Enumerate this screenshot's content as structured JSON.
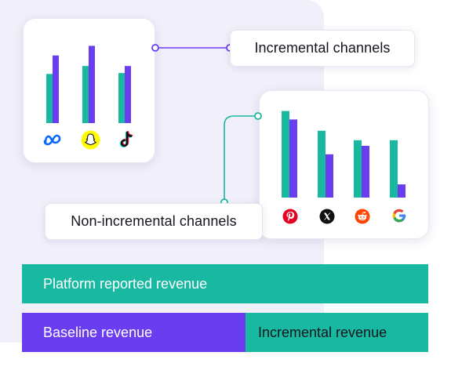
{
  "labels": {
    "incremental_channels": "Incremental channels",
    "non_incremental_channels": "Non-incremental channels"
  },
  "revenue_bars": {
    "platform_reported": "Platform reported revenue",
    "baseline": "Baseline revenue",
    "incremental": "Incremental revenue"
  },
  "colors": {
    "teal": "#19b8a0",
    "purple": "#6a3df0",
    "background_panel": "#f1f0fa"
  },
  "channel_groups": {
    "incremental": [
      {
        "platform": "meta",
        "icon": "meta-icon",
        "values": [
          0.56,
          0.77
        ]
      },
      {
        "platform": "snapchat",
        "icon": "snapchat-icon",
        "values": [
          0.65,
          0.88
        ]
      },
      {
        "platform": "tiktok",
        "icon": "tiktok-icon",
        "values": [
          0.57,
          0.65
        ]
      }
    ],
    "non_incremental": [
      {
        "platform": "pinterest",
        "icon": "pinterest-icon",
        "values": [
          0.92,
          0.83
        ]
      },
      {
        "platform": "x",
        "icon": "x-icon",
        "values": [
          0.71,
          0.46
        ]
      },
      {
        "platform": "reddit",
        "icon": "reddit-icon",
        "values": [
          0.61,
          0.55
        ]
      },
      {
        "platform": "google",
        "icon": "google-icon",
        "values": [
          0.61,
          0.14
        ]
      }
    ]
  }
}
